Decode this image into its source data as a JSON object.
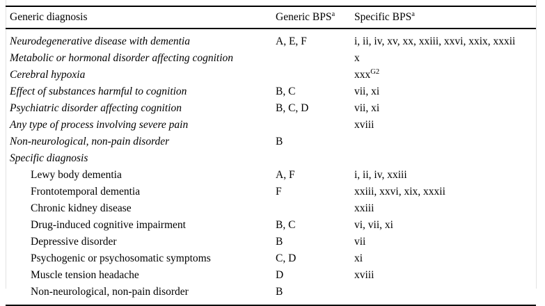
{
  "table": {
    "columns": [
      {
        "label": "Generic diagnosis",
        "sup": ""
      },
      {
        "label": "Generic BPS",
        "sup": "a"
      },
      {
        "label": "Specific BPS",
        "sup": "a"
      }
    ],
    "rows": [
      {
        "kind": "generic",
        "diagnosis": "Neurodegenerative disease with dementia",
        "generic_bps": "A, E, F",
        "specific_bps": "i, ii, iv, xv, xx, xxiii, xxvi, xxix, xxxii",
        "specific_bps_sup": ""
      },
      {
        "kind": "generic",
        "diagnosis": "Metabolic or hormonal disorder affecting cognition",
        "generic_bps": "",
        "specific_bps": "x",
        "specific_bps_sup": ""
      },
      {
        "kind": "generic",
        "diagnosis": "Cerebral hypoxia",
        "generic_bps": "",
        "specific_bps": "xxx",
        "specific_bps_sup": "G2"
      },
      {
        "kind": "generic",
        "diagnosis": "Effect of substances harmful to cognition",
        "generic_bps": "B, C",
        "specific_bps": "vii, xi",
        "specific_bps_sup": ""
      },
      {
        "kind": "generic",
        "diagnosis": "Psychiatric disorder affecting cognition",
        "generic_bps": "B, C, D",
        "specific_bps": "vii, xi",
        "specific_bps_sup": ""
      },
      {
        "kind": "generic",
        "diagnosis": "Any type of process involving severe pain",
        "generic_bps": "",
        "specific_bps": "xviii",
        "specific_bps_sup": ""
      },
      {
        "kind": "generic",
        "diagnosis": "Non-neurological, non-pain disorder",
        "generic_bps": "B",
        "specific_bps": "",
        "specific_bps_sup": ""
      },
      {
        "kind": "section",
        "diagnosis": "Specific diagnosis",
        "generic_bps": "",
        "specific_bps": "",
        "specific_bps_sup": ""
      },
      {
        "kind": "specific",
        "diagnosis": "Lewy body dementia",
        "generic_bps": "A, F",
        "specific_bps": "i, ii, iv, xxiii",
        "specific_bps_sup": ""
      },
      {
        "kind": "specific",
        "diagnosis": "Frontotemporal dementia",
        "generic_bps": "F",
        "specific_bps": "xxiii, xxvi, xix, xxxii",
        "specific_bps_sup": ""
      },
      {
        "kind": "specific",
        "diagnosis": "Chronic kidney disease",
        "generic_bps": "",
        "specific_bps": "xxiii",
        "specific_bps_sup": ""
      },
      {
        "kind": "specific",
        "diagnosis": "Drug-induced cognitive impairment",
        "generic_bps": "B, C",
        "specific_bps": "vi, vii, xi",
        "specific_bps_sup": ""
      },
      {
        "kind": "specific",
        "diagnosis": "Depressive disorder",
        "generic_bps": "B",
        "specific_bps": "vii",
        "specific_bps_sup": ""
      },
      {
        "kind": "specific",
        "diagnosis": "Psychogenic or psychosomatic symptoms",
        "generic_bps": "C, D",
        "specific_bps": "xi",
        "specific_bps_sup": ""
      },
      {
        "kind": "specific",
        "diagnosis": "Muscle tension headache",
        "generic_bps": "D",
        "specific_bps": "xviii",
        "specific_bps_sup": ""
      },
      {
        "kind": "specific",
        "diagnosis": "Non-neurological, non-pain disorder",
        "generic_bps": "B",
        "specific_bps": "",
        "specific_bps_sup": ""
      }
    ]
  }
}
